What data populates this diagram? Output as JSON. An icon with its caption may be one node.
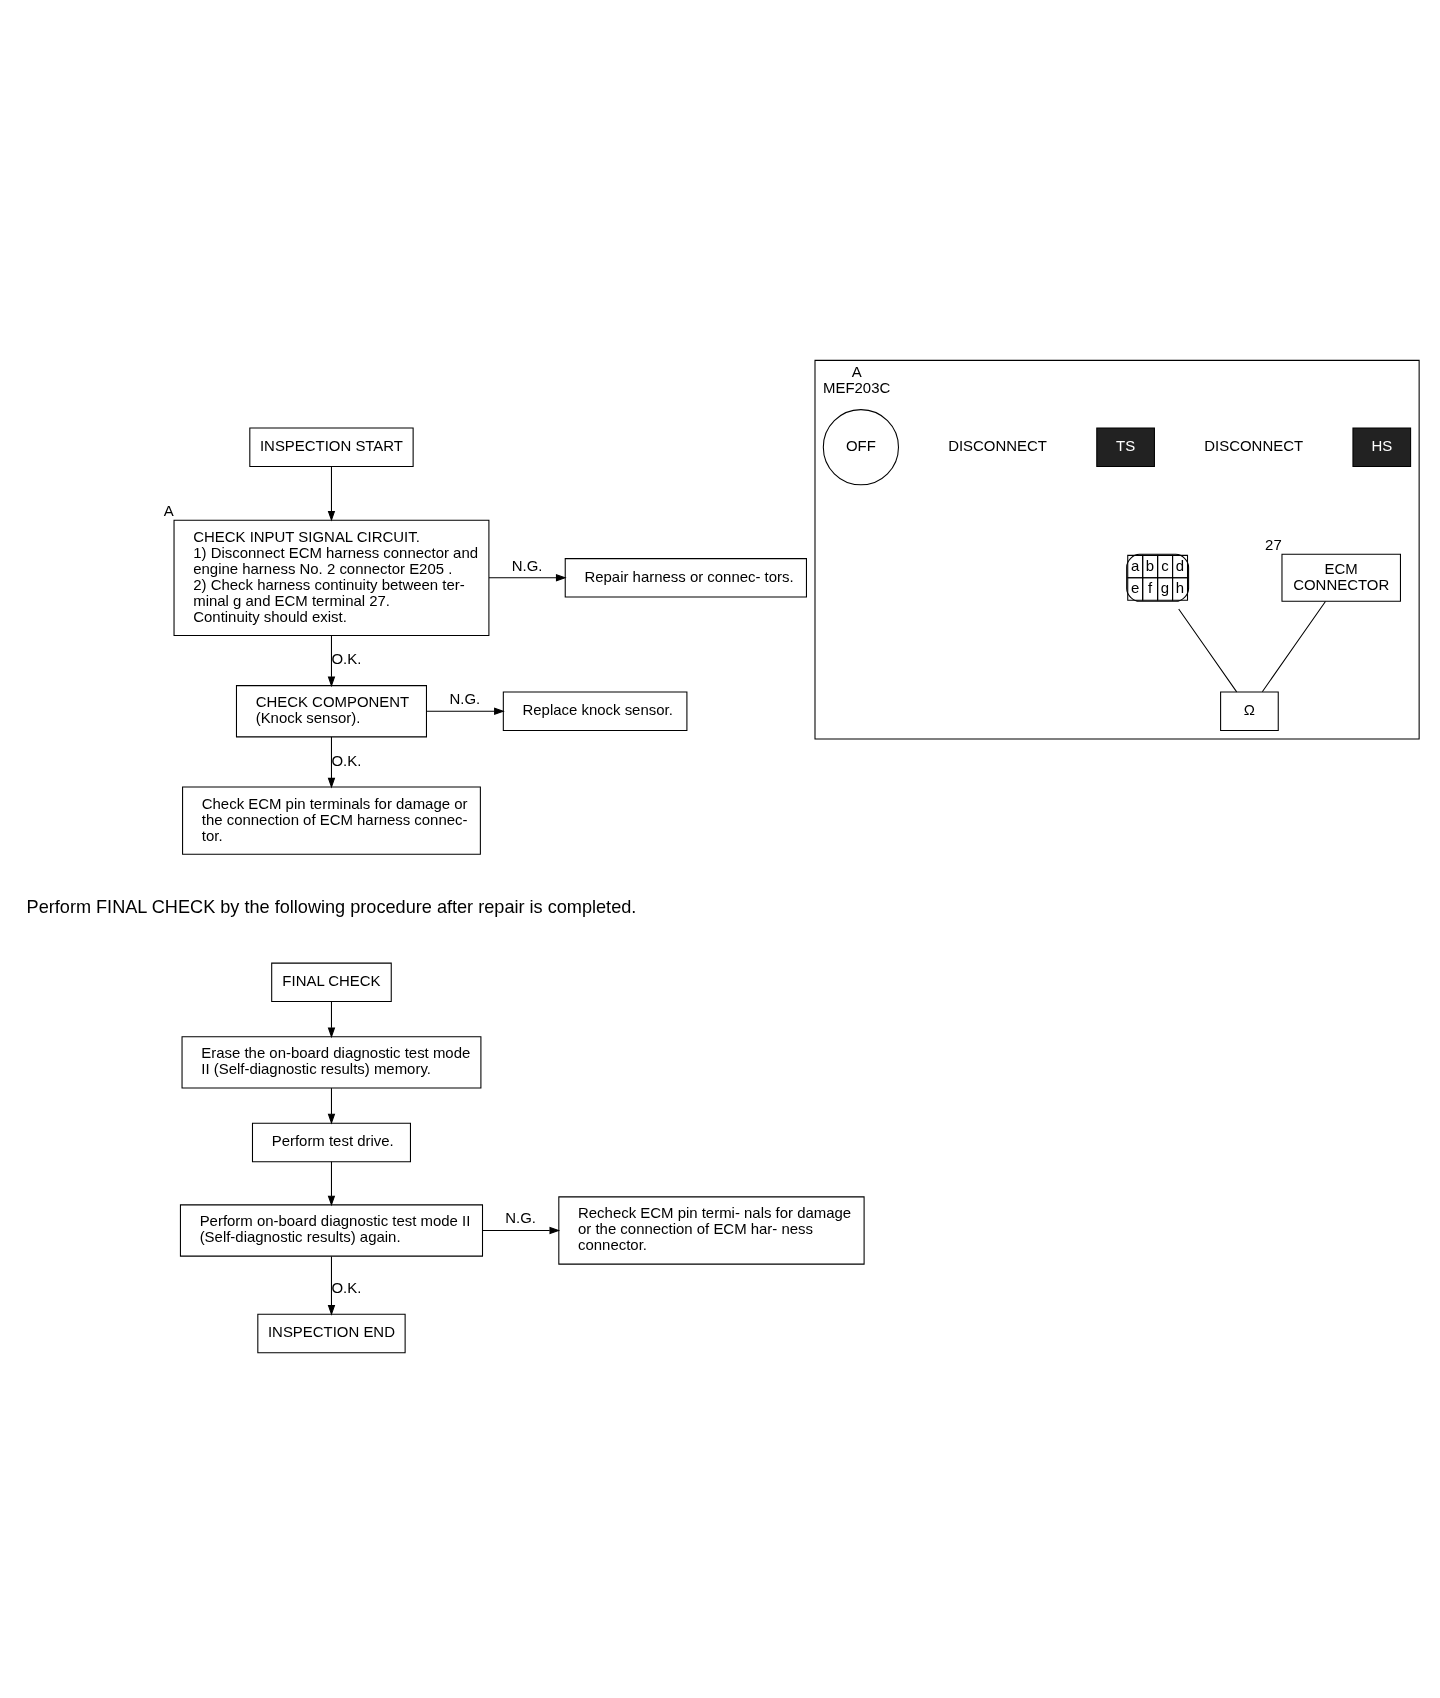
{
  "diagram": {
    "nodes": [
      {
        "text": [
          "INSPECTION START"
        ]
      },
      {
        "text": [
          "CHECK INPUT SIGNAL CIRCUIT.",
          "1) Disconnect ECM harness connector and engine harness No. 2 connector E205 .",
          "2) Check harness continuity between ter- minal g and ECM terminal 27.",
          "Continuity should exist."
        ],
        "beside": [
          "A"
        ]
      },
      {
        "text": [
          "Repair harness or connec- tors."
        ]
      },
      {
        "text": [
          "CHECK COMPONENT",
          "(Knock sensor)."
        ]
      },
      {
        "text": [
          "Replace knock sensor."
        ]
      },
      {
        "text": [
          "Check ECM pin terminals for damage or the connection of ECM harness connec- tor."
        ]
      },
      {
        "text": [
          "FINAL CHECK"
        ]
      },
      {
        "text": [
          "Erase the on-board diagnostic test mode II (Self-diagnostic results) memory."
        ]
      },
      {
        "text": [
          "Perform test drive."
        ]
      },
      {
        "text": [
          "Perform on-board diagnostic test mode II (Self-diagnostic results) again."
        ]
      },
      {
        "text": [
          "Recheck ECM pin termi- nals for damage or the connection of ECM har- ness connector."
        ]
      },
      {
        "text": [
          "INSPECTION END"
        ]
      },
      {
        "text": [
          "A",
          "MEF203C"
        ]
      },
      {
        "text": [
          "HS"
        ],
        "in": 12
      },
      {
        "text": [
          "DISCONNECT"
        ],
        "in": 12
      },
      {
        "text": [
          "TS"
        ],
        "in": 12
      },
      {
        "text": [
          "DISCONNECT"
        ],
        "in": 12
      },
      {
        "text": [
          "ECM",
          "CONNECTOR"
        ],
        "beside": [
          "27"
        ],
        "in": 12
      },
      {
        "text": [
          "a",
          "b",
          "c",
          "d",
          "e",
          "f",
          "g",
          "h"
        ],
        "in": 12
      },
      {
        "text": [
          "Ω"
        ],
        "in": 12
      },
      {
        "text": [
          "OFF"
        ],
        "in": 12
      }
    ],
    "edges": [
      {
        "from": 0,
        "to": 1,
        "arrow": "to"
      },
      {
        "from": 1,
        "to": 2,
        "arrow": "to",
        "label": "N.G."
      },
      {
        "from": 1,
        "to": 3,
        "arrow": "to",
        "label": "O.K."
      },
      {
        "from": 3,
        "to": 4,
        "arrow": "to",
        "label": "N.G."
      },
      {
        "from": 3,
        "to": 5,
        "arrow": "to",
        "label": "O.K."
      },
      {
        "from": 6,
        "to": 7,
        "arrow": "to"
      },
      {
        "from": 7,
        "to": 8,
        "arrow": "to"
      },
      {
        "from": 8,
        "to": 9,
        "arrow": "to"
      },
      {
        "from": 9,
        "to": 10,
        "arrow": "to",
        "label": "N.G."
      },
      {
        "from": 9,
        "to": 11,
        "arrow": "to",
        "label": "O.K."
      },
      {
        "from": 17,
        "to": 19,
        "arrow": "none"
      },
      {
        "from": 18,
        "to": 19,
        "arrow": "none"
      }
    ],
    "labels": [
      "Perform FINAL CHECK by the following procedure after repair is completed."
    ]
  }
}
